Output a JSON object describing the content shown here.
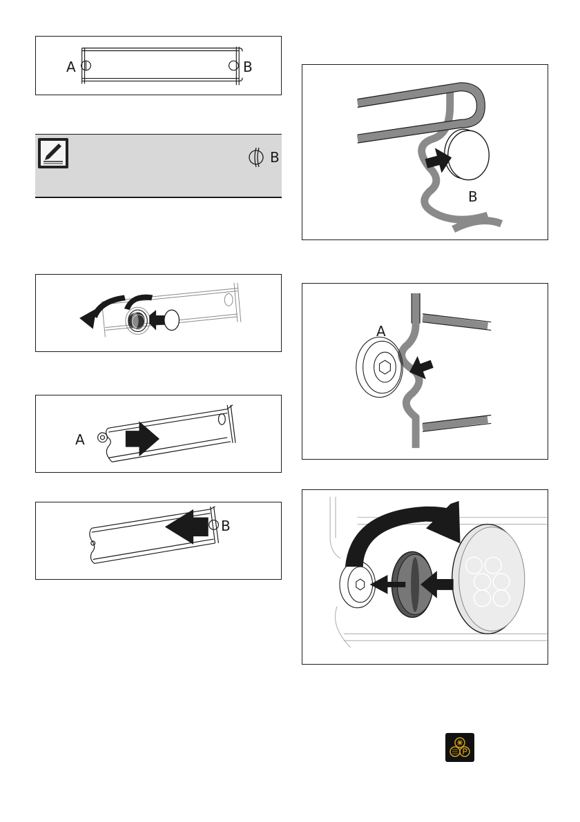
{
  "figures": {
    "rack_overview": {
      "label_a": "A",
      "label_b": "B"
    },
    "note": {
      "label_b": "B",
      "icon": "pencil-note-icon"
    },
    "pin_b_closeup": {
      "label_b": "B"
    },
    "remove_screw": {
      "icon": "rotate-left-arrow-icon"
    },
    "pin_a_closeup": {
      "label_a": "A"
    },
    "slide_right": {
      "label_a": "A"
    },
    "slide_left": {
      "label_b": "B"
    },
    "cap_assembly": {
      "icon": "rotate-right-arrow-icon"
    }
  },
  "footer_icon": {
    "name": "fan-pyrolytic-icon",
    "color": "#d4a017"
  },
  "colors": {
    "rail_gray": "#8a8a8a",
    "line": "#1a1a1a",
    "note_bg": "#d8d8d8"
  }
}
